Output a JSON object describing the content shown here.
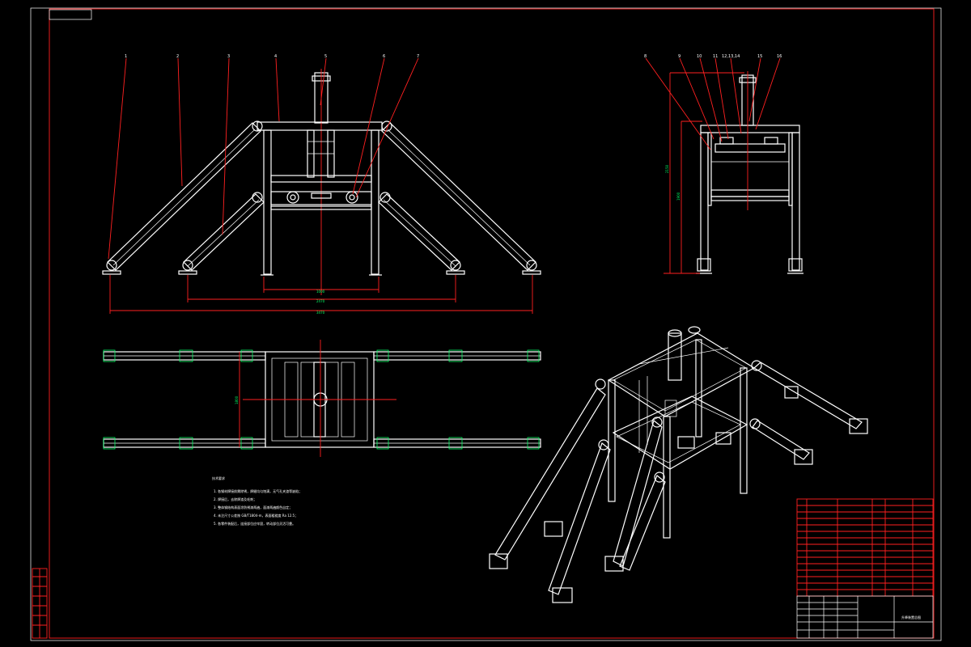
{
  "drawing": {
    "colors": {
      "frame": "#ff2020",
      "lines": "#ffffff",
      "dims": "#00ff66",
      "background": "#000000"
    },
    "front_view_callouts": [
      "1",
      "2",
      "3",
      "4",
      "5",
      "6",
      "7"
    ],
    "side_view_callouts": [
      "8",
      "9",
      "10",
      "11",
      "12,13,14",
      "15",
      "16"
    ],
    "dimensions": {
      "inner_width": "1000",
      "mid_width": "2470",
      "overall_width": "3470",
      "side_height_1": "1900",
      "side_height_2": "2150",
      "plan_depth": "1800"
    },
    "notes_title": "技术要求",
    "notes": [
      "1. 各钢材焊接前需除锈，焊缝均匀饱满，无气孔夹渣等缺陷；",
      "2. 焊接后，去除焊渣及毛刺；",
      "3. 整体钢结构表面涂防锈漆两遍，面漆两遍颜色自定；",
      "4. 未注尺寸公差按 GB/T1804-m，表面粗糙度 Ra 12.5；",
      "5. 各零件装配后，连接部位应牢固，转动部位灵活可靠。"
    ],
    "title_block": {
      "drawing_name": "升降装置总图"
    }
  }
}
